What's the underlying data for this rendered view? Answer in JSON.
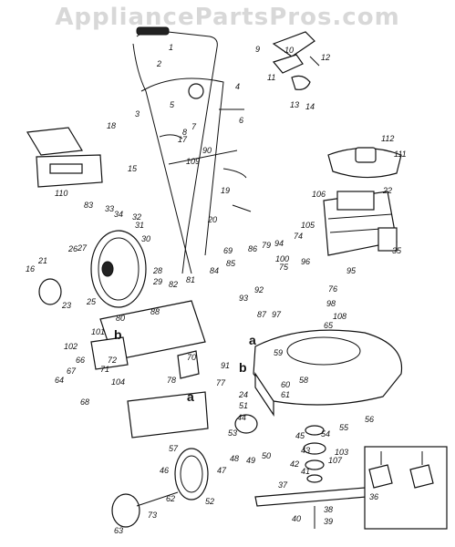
{
  "watermark": "AppliancePartsPros.com",
  "callouts": [
    "1",
    "2",
    "3",
    "4",
    "5",
    "6",
    "7",
    "8",
    "9",
    "10",
    "11",
    "12",
    "13",
    "14",
    "15",
    "16",
    "17",
    "18",
    "19",
    "20",
    "21",
    "22",
    "23",
    "24",
    "25",
    "26",
    "27",
    "28",
    "29",
    "30",
    "31",
    "32",
    "33",
    "34",
    "35",
    "36",
    "37",
    "38",
    "39",
    "40",
    "41",
    "42",
    "43",
    "44",
    "45",
    "46",
    "47",
    "48",
    "49",
    "50",
    "51",
    "52",
    "53",
    "54",
    "55",
    "56",
    "57",
    "58",
    "59",
    "60",
    "61",
    "62",
    "63",
    "64",
    "65",
    "66",
    "67",
    "68",
    "69",
    "70",
    "71",
    "72",
    "73",
    "74",
    "75",
    "76",
    "77",
    "78",
    "79",
    "80",
    "81",
    "82",
    "83",
    "84",
    "85",
    "86",
    "87",
    "88",
    "90",
    "91",
    "92",
    "93",
    "94",
    "95",
    "96",
    "97",
    "98",
    "100",
    "101",
    "102",
    "103",
    "104",
    "105",
    "106",
    "107",
    "108",
    "109",
    "110",
    "111",
    "112"
  ],
  "section_labels": {
    "a": "a",
    "b": "b"
  }
}
